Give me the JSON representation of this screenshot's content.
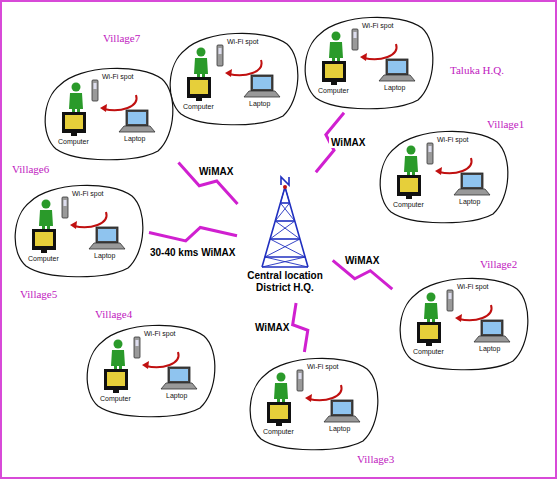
{
  "diagram": {
    "nodes": [
      {
        "text": [
          "Village7",
          "Wi-Fi spot",
          "Computer",
          "Laptop"
        ]
      },
      {
        "text": [
          "Taluka H.Q.",
          "Wi-Fi spot",
          "Computer",
          "Laptop"
        ]
      },
      {
        "text": [
          "Village6",
          "Wi-Fi spot",
          "Computer",
          "Laptop"
        ]
      },
      {
        "text": [
          "Village1",
          "Wi-Fi spot",
          "Computer",
          "Laptop"
        ]
      },
      {
        "text": [
          "Central location District H.Q."
        ]
      },
      {
        "text": [
          "Village5",
          "Wi-Fi spot",
          "Computer",
          "Laptop"
        ]
      },
      {
        "text": [
          "Village2",
          "Wi-Fi spot",
          "Computer",
          "Laptop"
        ]
      },
      {
        "text": [
          "Village4",
          "Wi-Fi spot",
          "Computer",
          "Laptop"
        ]
      },
      {
        "text": [
          "Village3",
          "Wi-Fi spot",
          "Computer",
          "Laptop"
        ]
      }
    ],
    "edges": [
      {
        "from": 4,
        "to": 2,
        "label": "WiMAX",
        "arrow": "none"
      },
      {
        "from": 4,
        "to": 1,
        "label": "WiMAX",
        "arrow": "none"
      },
      {
        "from": 4,
        "to": 6,
        "label": "WiMAX",
        "arrow": "none"
      },
      {
        "from": 4,
        "to": 8,
        "label": "WiMAX",
        "arrow": "none"
      },
      {
        "from": 4,
        "to": 5,
        "label": "30-40 kms WiMAX",
        "arrow": "none"
      }
    ]
  }
}
